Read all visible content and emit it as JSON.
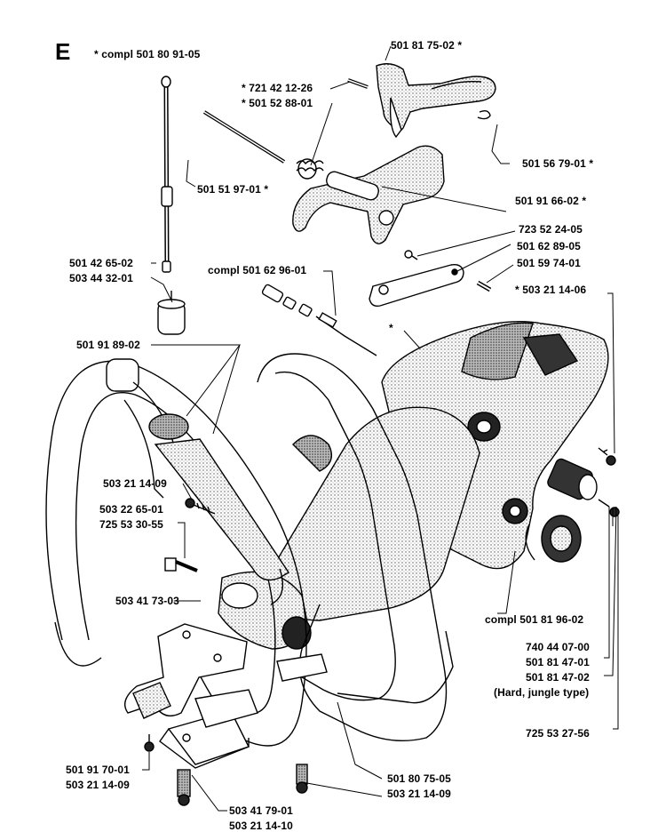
{
  "section_letter": "E",
  "labels": {
    "compl_assembly": "* compl 501 80 91-05",
    "p501817502": "501 81 75-02 *",
    "p721421226": "* 721 42 12-26",
    "p501528801": "* 501 52 88-01",
    "p501567901": "501 56 79-01 *",
    "p501519701": "501 51 97-01 *",
    "p501916602": "501 91 66-02 *",
    "p723522405": "723 52 24-05",
    "p501628905": "501 62 89-05",
    "p501597401": "501 59 74-01",
    "p501426502": "501 42 65-02",
    "compl_501629601": "compl 501 62 96-01",
    "p503443201": "503 44 32-01",
    "p503211406": "* 503 21 14-06",
    "star": "*",
    "p501918902": "501 91 89-02",
    "p503211409a": "503 21 14-09",
    "p503226501": "503 22 65-01",
    "p725533055": "725 53 30-55",
    "p503417303": "503 41 73-03",
    "compl_501819602": "compl 501 81 96-02",
    "p740440700": "740 44 07-00",
    "p501814701": "501 81 47-01",
    "p501814702": "501 81 47-02",
    "jungle_note": "(Hard, jungle type)",
    "p725532756": "725 53 27-56",
    "p501917001": "501 91 70-01",
    "p503211409b": "503 21 14-09",
    "p501807505": "501 80 75-05",
    "p503211409c": "503 21 14-09",
    "p503417901": "503 41 79-01",
    "p503211410": "503 21 14-10"
  }
}
